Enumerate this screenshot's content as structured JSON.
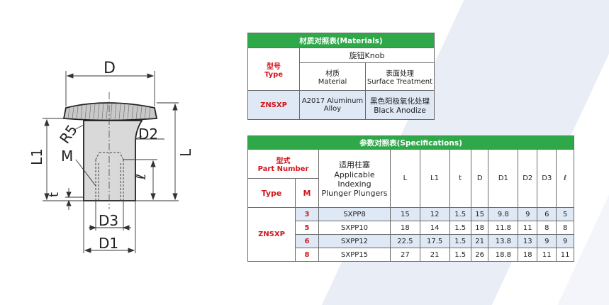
{
  "drawing": {
    "labels": {
      "D": "D",
      "D1": "D1",
      "D2": "D2",
      "D3": "D3",
      "R5": "R5",
      "L": "L",
      "L1": "L1",
      "M": "M",
      "t": "t",
      "ell": "ℓ"
    }
  },
  "materials": {
    "title": "材质对照表(Materials)",
    "type_cn": "型号",
    "type_en": "Type",
    "knob": "旋钮Knob",
    "material_cn": "材质",
    "material_en": "Material",
    "surface_cn": "表面处理",
    "surface_en": "Surface Treatment",
    "row_type": "ZNSXP",
    "row_material_1": "A2017 Aluminum",
    "row_material_2": "Alloy",
    "row_surface_cn": "黑色阳极氧化处理",
    "row_surface_en": "Black Anodize"
  },
  "specs": {
    "title": "参数对照表(Specifications)",
    "part_number_cn": "型式",
    "part_number_en": "Part Number",
    "type": "Type",
    "m": "M",
    "plunger_cn": "适用柱塞",
    "plunger_en_1": "Applicable",
    "plunger_en_2": "Indexing",
    "plunger_en_3": "Plunger Plungers",
    "columns": [
      "L",
      "L1",
      "t",
      "D",
      "D1",
      "D2",
      "D3",
      "ℓ"
    ],
    "type_value": "ZNSXP",
    "rows": [
      {
        "m": "3",
        "plunger": "SXPP8",
        "values": [
          "15",
          "12",
          "1.5",
          "15",
          "9.8",
          "9",
          "6",
          "5"
        ]
      },
      {
        "m": "5",
        "plunger": "SXPP10",
        "values": [
          "18",
          "14",
          "1.5",
          "18",
          "11.8",
          "11",
          "8",
          "8"
        ]
      },
      {
        "m": "6",
        "plunger": "SXPP12",
        "values": [
          "22.5",
          "17.5",
          "1.5",
          "21",
          "13.8",
          "13",
          "9",
          "9"
        ]
      },
      {
        "m": "8",
        "plunger": "SXPP15",
        "values": [
          "27",
          "21",
          "1.5",
          "26",
          "18.8",
          "18",
          "11",
          "11"
        ]
      }
    ]
  }
}
